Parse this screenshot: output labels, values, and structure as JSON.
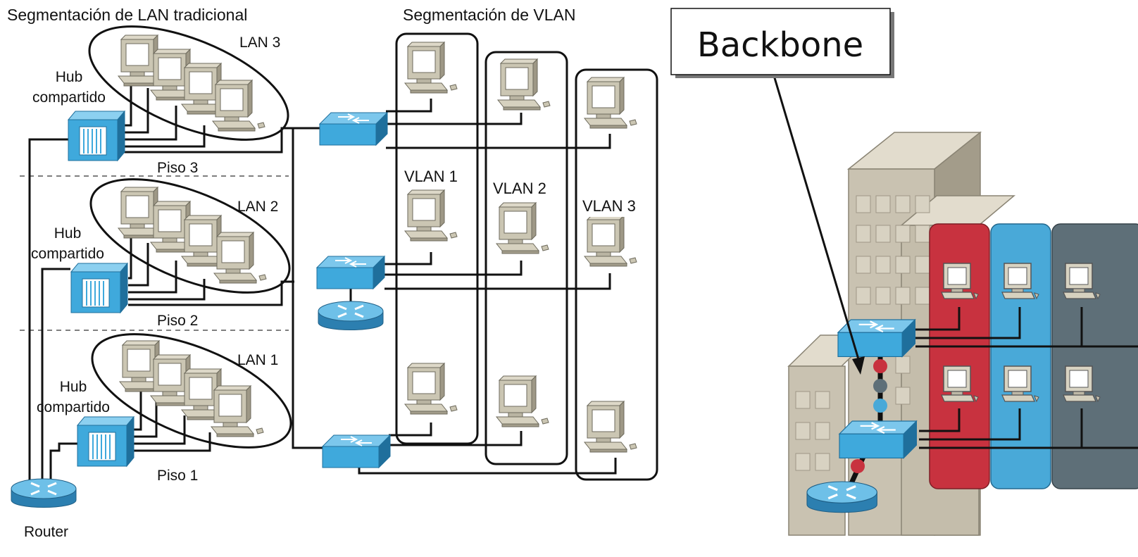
{
  "traditional": {
    "title": "Segmentación de LAN tradicional",
    "lans": [
      "LAN 3",
      "LAN 2",
      "LAN 1"
    ],
    "hub_line1": "Hub",
    "hub_line2": "compartido",
    "floors": [
      "Piso 3",
      "Piso 2",
      "Piso 1"
    ],
    "router_label": "Router"
  },
  "vlan": {
    "title": "Segmentación de VLAN",
    "groups": [
      "VLAN 1",
      "VLAN 2",
      "VLAN 3"
    ]
  },
  "backbone": {
    "callout": "Backbone"
  },
  "colors": {
    "device_blue": "#3fa9dc",
    "device_blue_dark": "#2c7fb0",
    "vlan_red": "#c8323f",
    "vlan_blue": "#49a9d8",
    "vlan_gray": "#5e6f78",
    "building": "#c9c2b1"
  }
}
